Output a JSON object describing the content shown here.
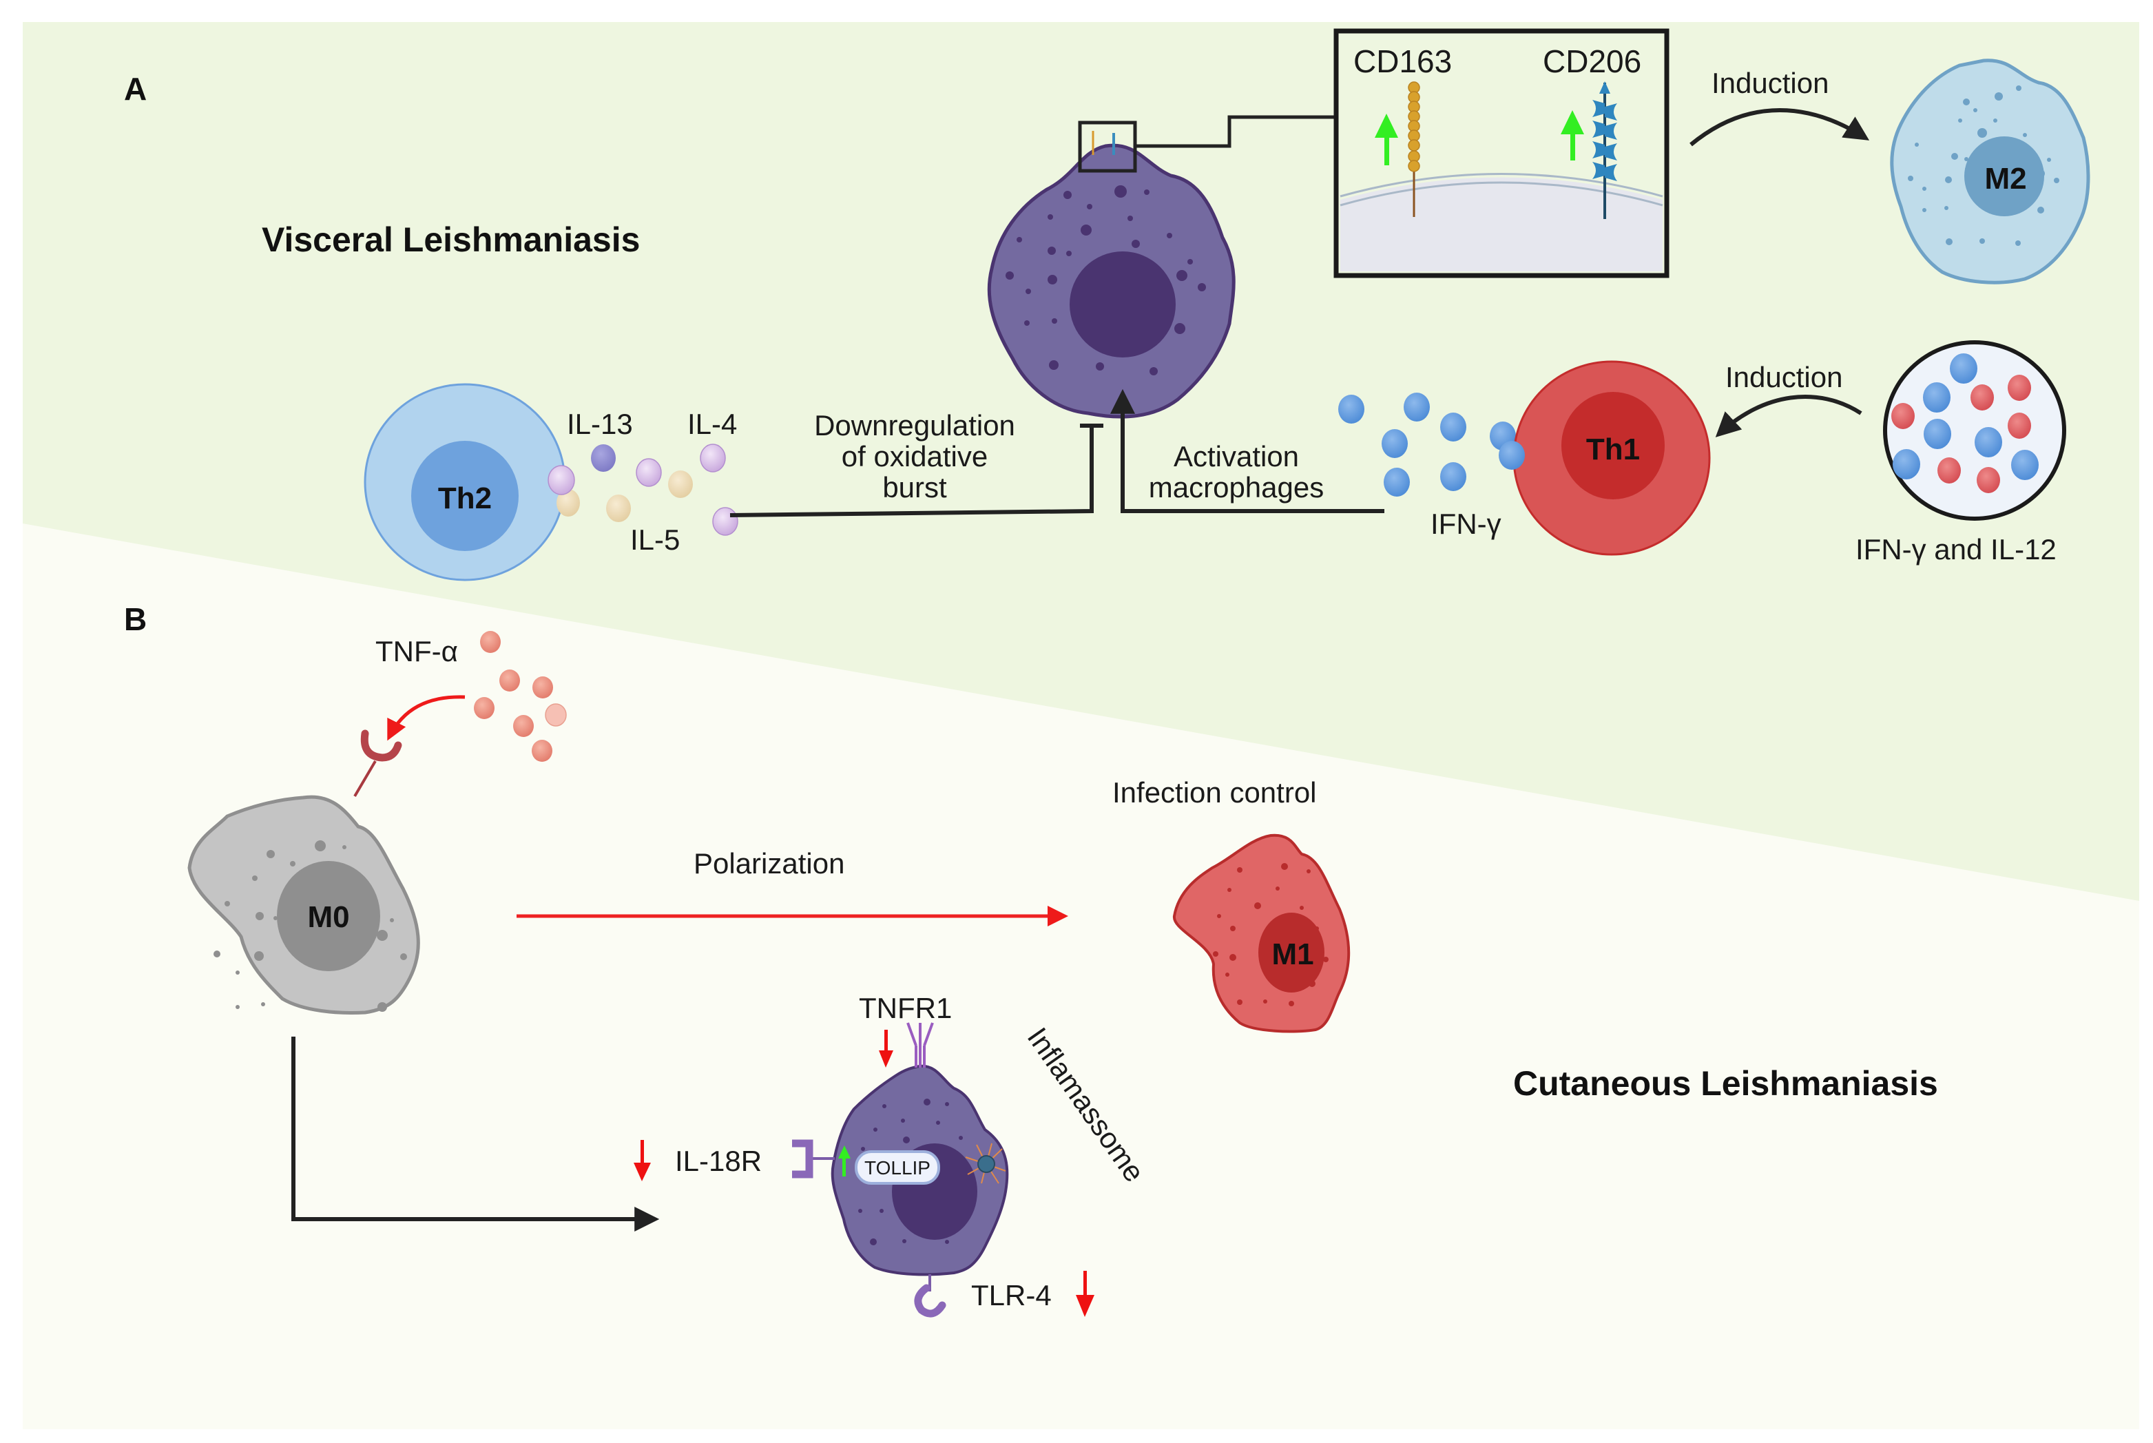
{
  "panels": {
    "a": {
      "letter": "A",
      "title": "Visceral Leishmaniasis",
      "inset": {
        "marker_left": "CD163",
        "marker_right": "CD206"
      },
      "induction_top": "Induction",
      "m2_label": "M2",
      "th2_label": "Th2",
      "th2_cytokines": {
        "il13": "IL-13",
        "il4": "IL-4",
        "il5": "IL-5"
      },
      "inhibition_text": [
        "Downregulation",
        "of oxidative",
        "burst"
      ],
      "activation_text": [
        "Activation",
        "macrophages"
      ],
      "ifn_label": "IFN-γ",
      "th1_label": "Th1",
      "induction_right": "Induction",
      "cytokine_pool_label": "IFN-γ and IL-12"
    },
    "b": {
      "letter": "B",
      "title": "Cutaneous Leishmaniasis",
      "tnf_label": "TNF-α",
      "m0_label": "M0",
      "polarization": "Polarization",
      "infection_control": "Infection control",
      "m1_label": "M1",
      "tnfr1": "TNFR1",
      "il18r": "IL-18R",
      "tollip": "TOLLIP",
      "tlr4": "TLR-4",
      "inflammasome": "Inflamassome"
    }
  },
  "colors": {
    "panel_a_bg": "#EEF6E0",
    "panel_b_bg": "#FBFCF4",
    "macrophage_purple": "#746AA0",
    "macrophage_nucleus": "#4A3470",
    "m2_blue": "#BFDCEA",
    "m2_nucleus": "#6FA2C6",
    "th2_outer": "#B1D3EE",
    "th2_nucleus": "#6EA2DD",
    "th1_outer": "#D95555",
    "th1_nucleus": "#C42C2C",
    "m0_gray": "#C4C4C4",
    "m0_nucleus": "#8F8F8F",
    "m1_red": "#E06666",
    "m1_nucleus": "#B82C2C",
    "up_arrow": "#33EE22",
    "down_arrow": "#EE1111",
    "polarization_arrow": "#EE2222"
  }
}
